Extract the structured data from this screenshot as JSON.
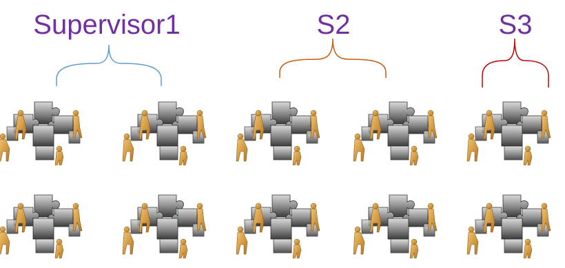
{
  "groups": [
    {
      "label": "Supervisor1",
      "color": "#7030A0",
      "brace_color": "#5B9BD5",
      "units": 2
    },
    {
      "label": "S2",
      "color": "#7030A0",
      "brace_color": "#C55A11",
      "units": 2
    },
    {
      "label": "S3",
      "color": "#7030A0",
      "brace_color": "#C00000",
      "units": 1
    }
  ],
  "rows": 2,
  "unit_image": "puzzle-workers-image"
}
